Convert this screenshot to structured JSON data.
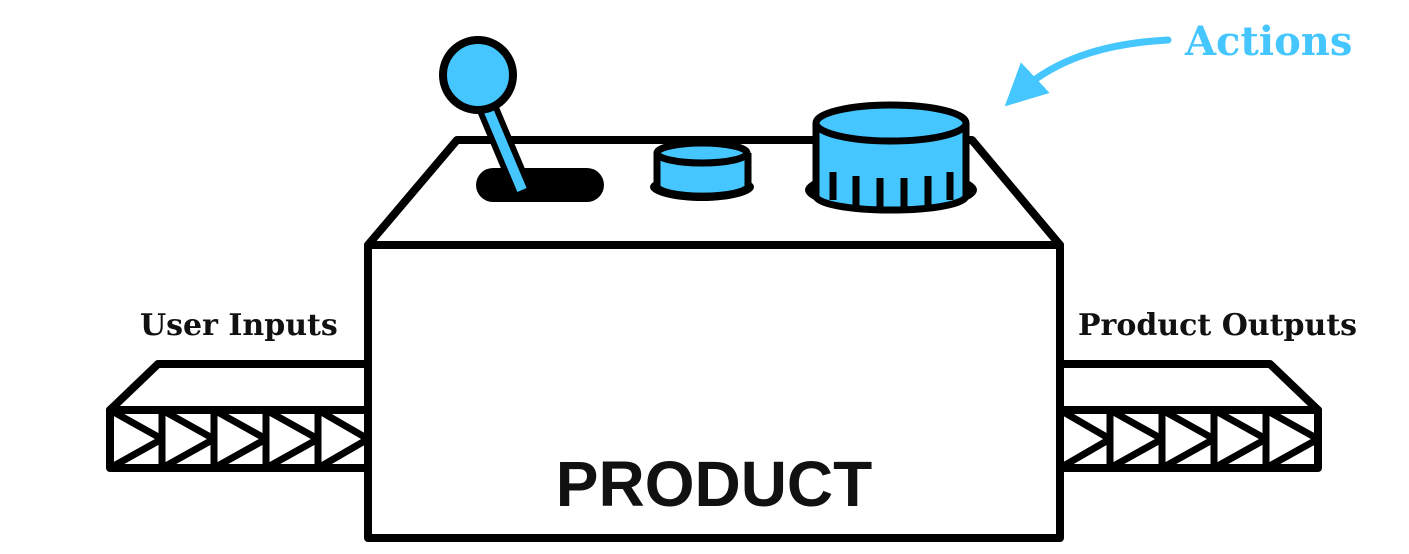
{
  "labels": {
    "actions": "Actions",
    "user_inputs": "User Inputs",
    "product_outputs": "Product Outputs",
    "product": "PRODUCT"
  },
  "colors": {
    "accent": "#45C6FF",
    "stroke": "#000000"
  },
  "icons": [
    "lever-icon",
    "small-knob-icon",
    "large-dial-icon",
    "curved-arrow-icon",
    "conveyor-belt-icon"
  ]
}
